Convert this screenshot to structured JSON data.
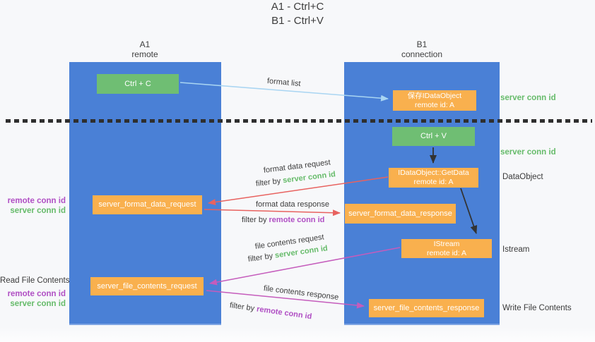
{
  "title": {
    "line1": "A1 - Ctrl+C",
    "line2": "B1 - Ctrl+V"
  },
  "columns": {
    "left": {
      "name": "A1",
      "subtitle": "remote"
    },
    "right": {
      "name": "B1",
      "subtitle": "connection"
    }
  },
  "boxes": {
    "ctrl_c": {
      "label": "Ctrl + C"
    },
    "save_idataobject": {
      "line1": "保存IDataObject",
      "line2": "remote id: A"
    },
    "ctrl_v": {
      "label": "Ctrl + V"
    },
    "getdata": {
      "line1": "IDataObject::GetData",
      "line2": "remote id: A"
    },
    "server_format_data_request": {
      "label": "server_format_data_request"
    },
    "server_format_data_response": {
      "label": "server_format_data_response"
    },
    "istream": {
      "line1": "IStream",
      "line2": "remote id: A"
    },
    "server_file_contents_request": {
      "label": "server_file_contents_request"
    },
    "server_file_contents_response": {
      "label": "server_file_contents_response"
    }
  },
  "arrow_labels": {
    "format_list": "format list",
    "format_data_request": "format data request",
    "format_data_response": "format data response",
    "file_contents_request": "file contents request",
    "file_contents_response": "file contents response",
    "filter_by": "filter by ",
    "server_conn_id": "server conn id",
    "remote_conn_id": "remote conn id"
  },
  "side_labels": {
    "right": {
      "server_conn_id_top": "server conn id",
      "server_conn_id_mid": "server conn id",
      "dataobject": "DataObject",
      "istream": "Istream",
      "write_file_contents": "Write File Contents"
    },
    "left": {
      "remote_conn_id_1": "remote conn id",
      "server_conn_id_1": "server conn id",
      "read_file_contents": "Read File Contents",
      "remote_conn_id_2": "remote conn id",
      "server_conn_id_2": "server conn id"
    }
  },
  "colors": {
    "column_blue": "#4a80d6",
    "box_green": "#6fbe73",
    "box_orange": "#f9b04e",
    "arrow_blue": "#a9d5f2",
    "arrow_red": "#e8625f",
    "arrow_magenta": "#c55cbc",
    "arrow_black": "#333333",
    "label_green": "#66bb6a",
    "label_purple": "#b04fc4",
    "text_dark": "#3d3d3d"
  }
}
